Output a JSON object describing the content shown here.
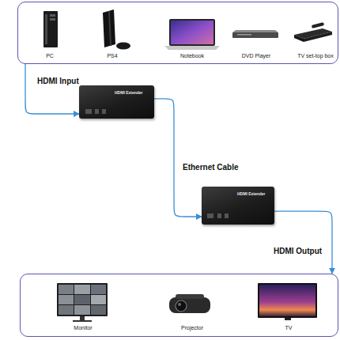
{
  "diagram": {
    "nodes": [
      {
        "text": [
          "PC",
          "PS4",
          "Notebook",
          "DVD Player",
          "TV set-top box"
        ]
      },
      {
        "text": [
          "HDMI Extender"
        ]
      },
      {
        "text": [
          "HDMI Extender"
        ]
      },
      {
        "text": [
          "Monitor",
          "Projector",
          "TV"
        ]
      }
    ],
    "edges": [
      {
        "from": 0,
        "to": 1,
        "arrow": "to",
        "label": "HDMI Input"
      },
      {
        "from": 1,
        "to": 2,
        "arrow": "to",
        "label": "Ethernet Cable"
      },
      {
        "from": 2,
        "to": 3,
        "arrow": "to",
        "label": "HDMI Output"
      }
    ]
  }
}
